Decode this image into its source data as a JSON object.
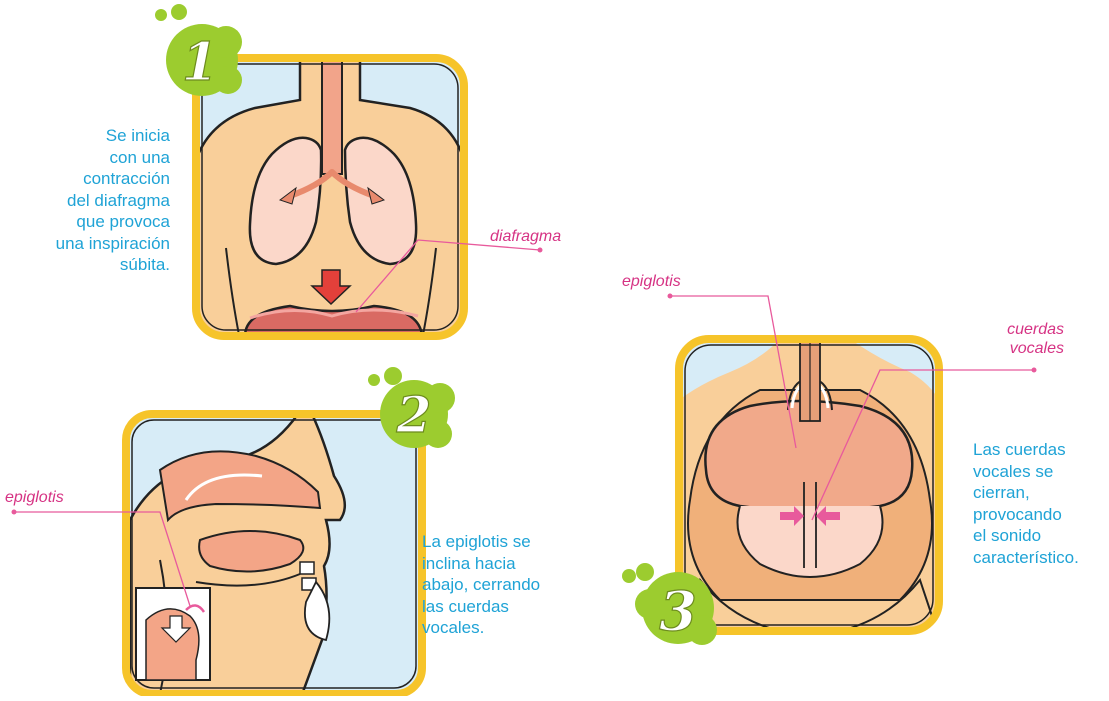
{
  "steps": [
    {
      "number": "1",
      "caption_lines": [
        "Se inicia",
        "con una",
        "contracción",
        "del diafragma",
        "que provoca",
        "una inspiración",
        "súbita."
      ],
      "labels": [
        "diafragma"
      ]
    },
    {
      "number": "2",
      "caption_lines": [
        "La epiglotis se",
        "inclina hacia",
        "abajo, cerrando",
        "las cuerdas",
        "vocales."
      ],
      "labels": [
        "epiglotis"
      ]
    },
    {
      "number": "3",
      "caption_lines": [
        "Las cuerdas",
        "vocales se",
        "cierran,",
        "provocando",
        "el sonido",
        "característico."
      ],
      "labels": [
        "epiglotis",
        "cuerdas",
        "vocales"
      ]
    }
  ],
  "colors": {
    "frame_yellow": "#f6c42a",
    "badge_green": "#9ccc2f",
    "skin": "#f9cf9a",
    "lung": "#fbd7c9",
    "airway": "#e88a6d",
    "muscle": "#d96a63",
    "arrow_red": "#e3403a",
    "sky_blue": "#d7ecf7",
    "caption_blue": "#1fa3d6",
    "label_pink": "#d63384"
  }
}
